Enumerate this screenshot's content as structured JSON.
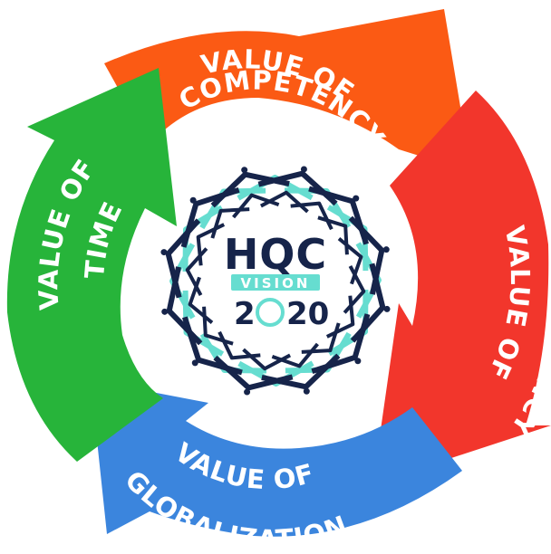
{
  "arrows": {
    "competency": {
      "line1": "VALUE OF",
      "line2": "COMPETENCY",
      "color": "#fb5a14"
    },
    "transparency": {
      "line1": "VALUE OF",
      "line2": "TRANSPARENCY",
      "color": "#f2362c"
    },
    "globalization": {
      "line1": "VALUE OF",
      "line2": "GLOBALIZATION",
      "color": "#3b85dd"
    },
    "time": {
      "line1": "VALUE OF",
      "line2": "TIME",
      "color": "#27b43a"
    }
  },
  "logo": {
    "title": "HQC",
    "subtitle": "VISION",
    "year_prefix": "2",
    "year_suffix": "20",
    "navy": "#16244a",
    "teal": "#66ddd0"
  }
}
